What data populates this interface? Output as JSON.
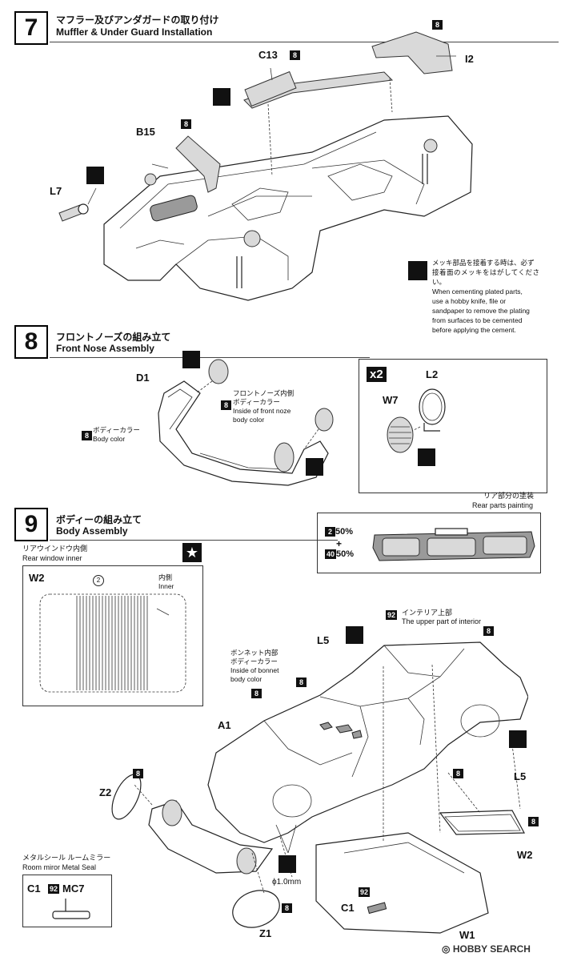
{
  "step7": {
    "number": "7",
    "title_jp": "マフラー及びアンダガードの取り付け",
    "title_en": "Muffler & Under Guard Installation",
    "parts": {
      "c13": "C13",
      "c13_paint": "8",
      "i2": "I2",
      "i2_paint": "8",
      "b15": "B15",
      "b15_paint": "8",
      "l7": "L7"
    },
    "note_jp": [
      "メッキ部品を接着する時は、必ず",
      "接着面のメッキをはがしてください。"
    ],
    "note_en": [
      "When cementing plated parts,",
      "use a hobby knife, file or",
      "sandpaper to remove the plating",
      "from surfaces to be cemented",
      "before applying the cement."
    ]
  },
  "step8": {
    "number": "8",
    "title_jp": "フロントノーズの組み立て",
    "title_en": "Front Nose Assembly",
    "d1": "D1",
    "inside_nose_paint": "8",
    "inside_nose_jp": [
      "フロントノーズ内側",
      "ボディーカラー"
    ],
    "inside_nose_en": [
      "Inside of front noze",
      "body color"
    ],
    "body_color_paint": "8",
    "body_color_jp": "ボディーカラー",
    "body_color_en": "Body color",
    "multiplier": "x2",
    "w7": "W7",
    "l2": "L2"
  },
  "step9": {
    "number": "9",
    "title_jp": "ボディーの組み立て",
    "title_en": "Body Assembly",
    "rear_window_jp": "リアウインドウ内側",
    "rear_window_en": "Rear window inner",
    "w2_box": "W2",
    "w2_circle": "2",
    "inner_jp": "内側",
    "inner_en": "Inner",
    "rear_paint_jp": "リア部分の塗装",
    "rear_paint_en": "Rear parts painting",
    "mix_a_code": "2",
    "mix_a_pct": "50%",
    "mix_plus": "+",
    "mix_b_code": "40",
    "mix_b_pct": "50%",
    "upper_interior_code": "92",
    "upper_interior_jp": "インテリア上部",
    "upper_interior_en": "The upper part of interior",
    "l5_top": "L5",
    "l5_right": "L5",
    "bonnet_jp": [
      "ボンネット内部",
      "ボディーカラー"
    ],
    "bonnet_en": [
      "Inside of bonnet",
      "body color"
    ],
    "bonnet_paint": "8",
    "roof_paint": "8",
    "l5_paint": "8",
    "a1": "A1",
    "z2": "Z2",
    "z2_paint": "8",
    "a1_paint": "8",
    "w2_right": "W2",
    "w2_paint": "8",
    "drill": "ϕ1.0mm",
    "z1": "Z1",
    "z1_paint": "8",
    "mirror_jp": "メタルシール ルームミラー",
    "mirror_en": "Room miror Metal Seal",
    "c1_box": "C1",
    "c1_box_code": "92",
    "mc7": "MC7",
    "c1": "C1",
    "c1_code": "92",
    "w1": "W1"
  },
  "watermark": "HOBBY SEARCH"
}
